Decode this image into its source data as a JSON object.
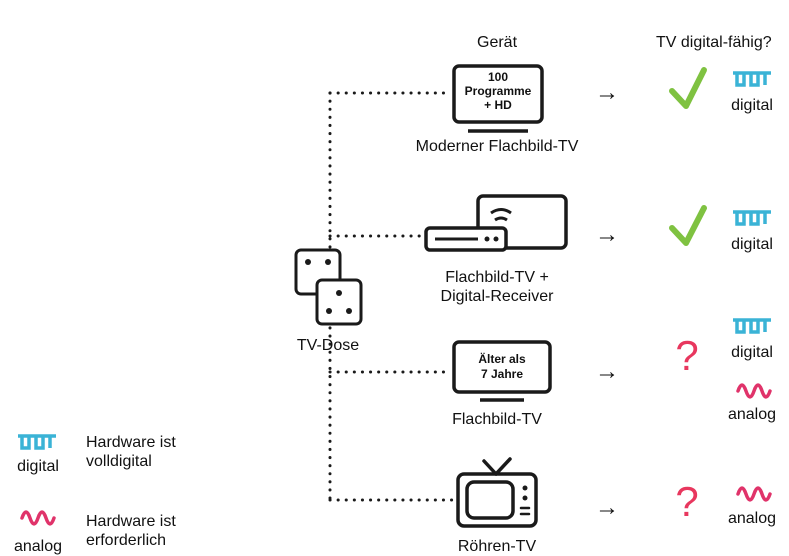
{
  "header": {
    "device_col": "Gerät",
    "digital_col": "TV digital-fähig?"
  },
  "socket": {
    "label": "TV-Dose"
  },
  "devices": [
    {
      "label": "Moderner Flachbild-TV",
      "screen_lines": [
        "100",
        "Programme",
        "+ HD"
      ],
      "answer": "check"
    },
    {
      "label_lines": [
        "Flachbild-TV +",
        "Digital-Receiver"
      ],
      "answer": "check"
    },
    {
      "label": "Flachbild-TV",
      "screen_lines": [
        "Älter als",
        "7 Jahre"
      ],
      "answer": "question"
    },
    {
      "label": "Röhren-TV",
      "answer": "question"
    }
  ],
  "signals": {
    "digital": "digital",
    "analog": "analog"
  },
  "arrow": "→",
  "question_mark": "?",
  "legend": {
    "digital": {
      "label": "digital",
      "desc_lines": [
        "Hardware ist",
        "volldigital"
      ]
    },
    "analog": {
      "label": "analog",
      "desc_lines": [
        "Hardware ist",
        "erforderlich"
      ]
    }
  },
  "colors": {
    "digital": "#3ab3d6",
    "analog": "#e0336a",
    "check": "#7fc241",
    "question": "#e8375e",
    "line": "#1a1a1a"
  }
}
